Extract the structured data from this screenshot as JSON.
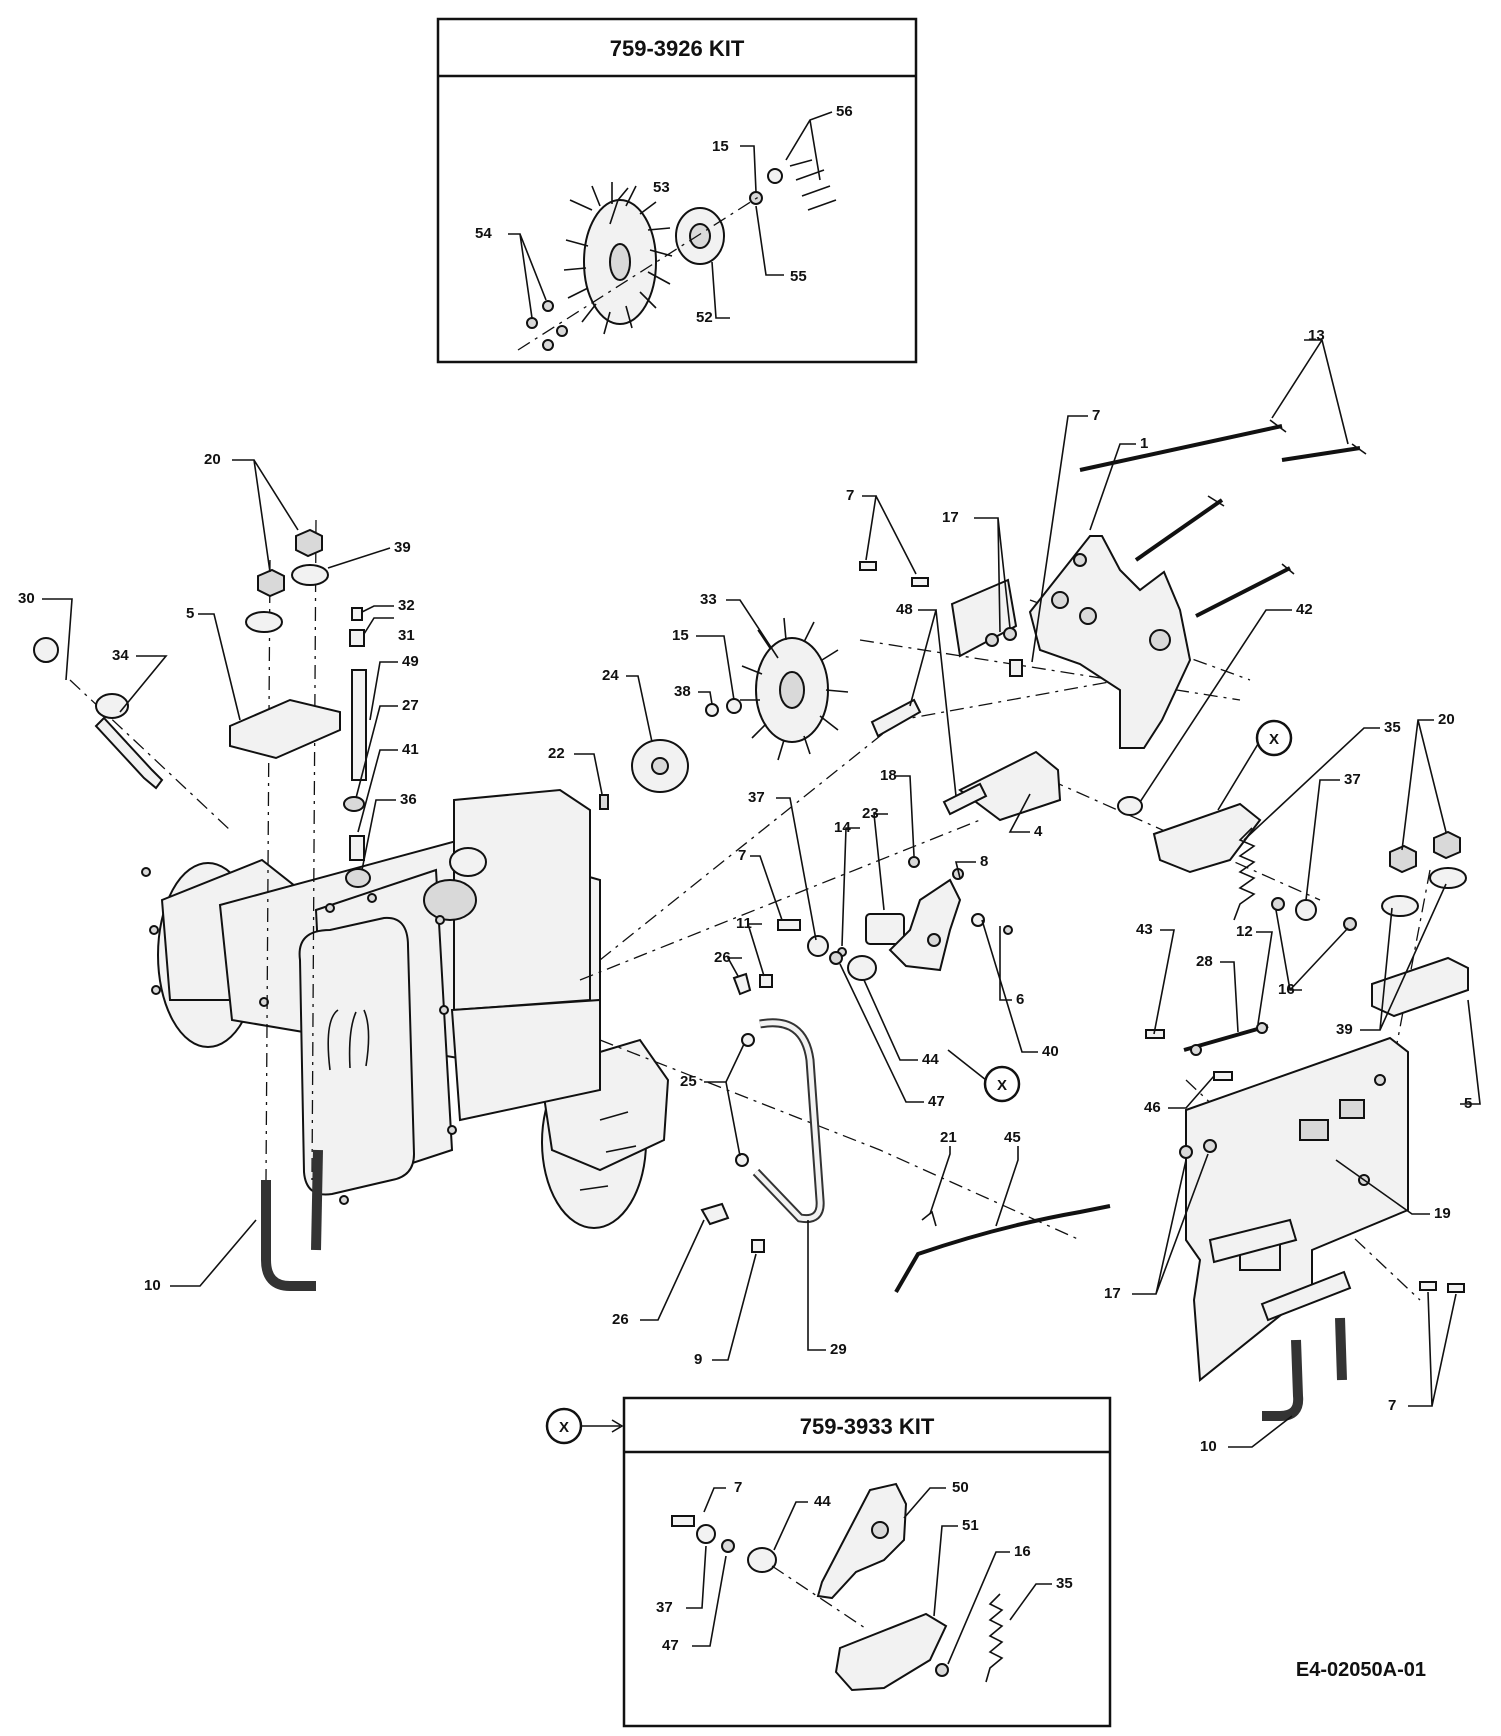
{
  "kits": [
    {
      "title": "759-3926 KIT"
    },
    {
      "title": "759-3933 KIT",
      "marker": "X"
    }
  ],
  "drawing_code": "E4-02050A-01",
  "callout_markers": [
    "X",
    "X"
  ],
  "callouts": [
    "15",
    "56",
    "53",
    "54",
    "55",
    "52",
    "13",
    "7",
    "1",
    "7",
    "17",
    "48",
    "20",
    "39",
    "32",
    "31",
    "5",
    "49",
    "30",
    "34",
    "27",
    "41",
    "36",
    "33",
    "15",
    "38",
    "24",
    "22",
    "42",
    "35",
    "20",
    "37",
    "18",
    "23",
    "14",
    "37",
    "7",
    "4",
    "8",
    "6",
    "40",
    "11",
    "26",
    "44",
    "47",
    "25",
    "43",
    "12",
    "28",
    "16",
    "39",
    "46",
    "5",
    "21",
    "45",
    "19",
    "17",
    "7",
    "10",
    "26",
    "9",
    "29",
    "10",
    "7",
    "44",
    "50",
    "51",
    "16",
    "35",
    "37",
    "47"
  ]
}
